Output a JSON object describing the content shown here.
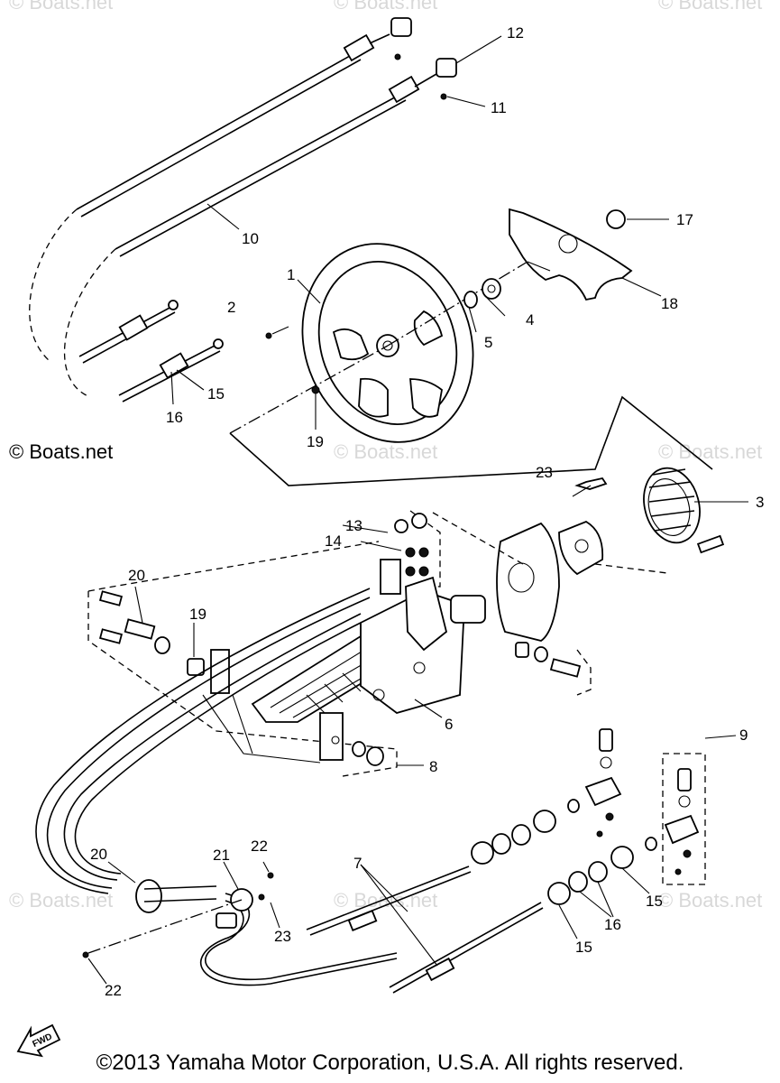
{
  "watermarks": {
    "top_left": "© Boats.net",
    "top_center": "© Boats.net",
    "top_right": "© Boats.net",
    "mid_left": "© Boats.net",
    "mid_center": "© Boats.net",
    "mid_right": "© Boats.net",
    "low_left": "© Boats.net",
    "low_center": "© Boats.net",
    "low_right": "© Boats.net"
  },
  "fwd_label": "FWD",
  "copyright": "©2013 Yamaha Motor Corporation, U.S.A. All rights reserved.",
  "callouts": {
    "c1": "1",
    "c2": "2",
    "c3": "3",
    "c4": "4",
    "c5": "5",
    "c6": "6",
    "c7": "7",
    "c8": "8",
    "c9": "9",
    "c10": "10",
    "c11": "11",
    "c12": "12",
    "c13": "13",
    "c14": "14",
    "c15a": "15",
    "c15b": "15",
    "c15c": "15",
    "c16a": "16",
    "c16b": "16",
    "c17": "17",
    "c18": "18",
    "c19a": "19",
    "c19b": "19",
    "c20a": "20",
    "c20b": "20",
    "c21": "21",
    "c22a": "22",
    "c22b": "22",
    "c23a": "23",
    "c23b": "23"
  }
}
